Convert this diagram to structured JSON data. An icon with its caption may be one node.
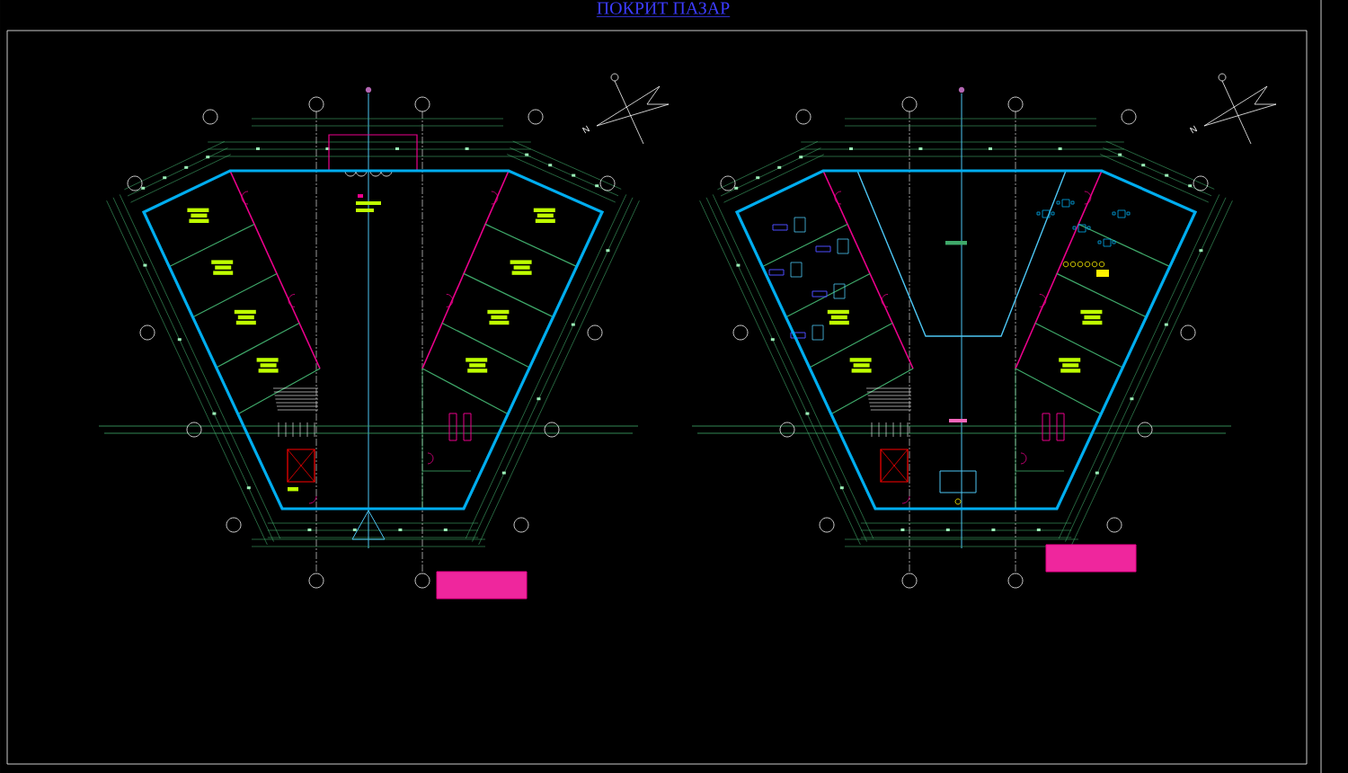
{
  "diagram": {
    "title": "ПОКРИТ ПАЗАР",
    "labels": [
      "N",
      "N"
    ]
  }
}
